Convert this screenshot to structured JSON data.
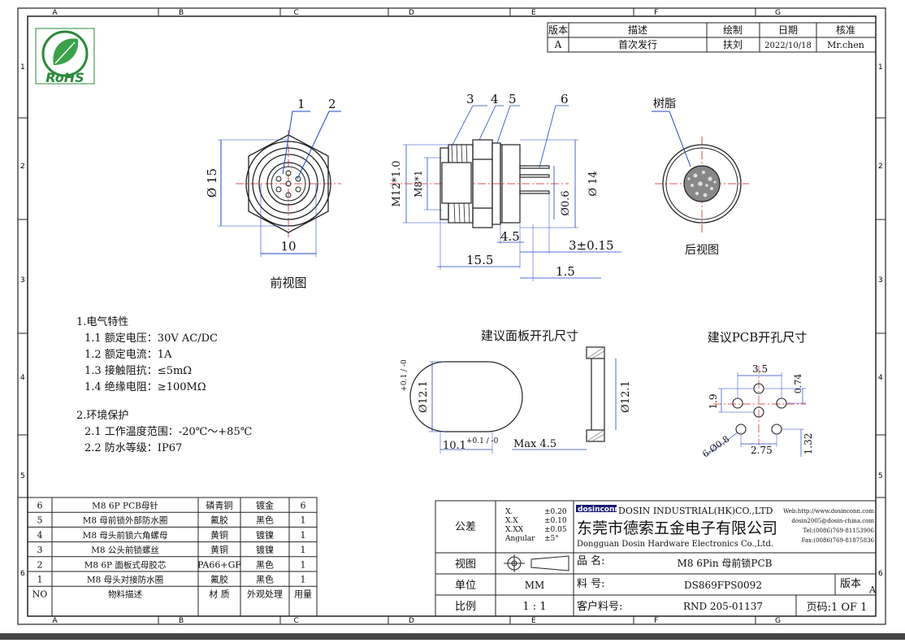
{
  "frame": {
    "cols_top": [
      "A",
      "B",
      "C",
      "D",
      "E",
      "F",
      "G"
    ],
    "cols_bottom": [
      "A",
      "B",
      "C",
      "D",
      "E",
      "F",
      "G"
    ],
    "rows": [
      "1",
      "2",
      "3",
      "4",
      "5",
      "6"
    ]
  },
  "logo": {
    "text": "RoHS"
  },
  "revision": {
    "headers": [
      "版本",
      "描述",
      "绘制",
      "日期",
      "核准"
    ],
    "row": [
      "A",
      "首次发行",
      "扶刘",
      "2022/10/18",
      "Mr.chen"
    ]
  },
  "front_view": {
    "label": "前视图",
    "callouts": [
      "1",
      "2"
    ],
    "dim_dia": "Ø 15",
    "dim_width": "10"
  },
  "side_view": {
    "callouts": [
      "3",
      "4",
      "5",
      "6"
    ],
    "dim_thread": "M12*1.0",
    "dim_m8": "M8*1",
    "dim_d14": "Ø 14",
    "dim_d06": "Ø0.6",
    "dim_45": "4.5",
    "dim_3": "3±0.15",
    "dim_155": "15.5",
    "dim_15": "1.5"
  },
  "rear_view": {
    "label": "后视图",
    "resin": "树脂"
  },
  "specs": {
    "electrical_title": "1.电气特性",
    "electrical": [
      "1.1 额定电压：30V AC/DC",
      "1.2 额定电流：1A",
      "1.3 接触阻抗：≤5mΩ",
      "1.4 绝缘电阻：≥100MΩ"
    ],
    "env_title": "2.环境保护",
    "env": [
      "2.1 工作温度范围：-20℃～+85℃",
      "2.2 防水等级：IP67"
    ]
  },
  "panel_cutout": {
    "title": "建议面板开孔尺寸",
    "dia": "Ø12.1",
    "dia_tol": "+0.1 / -0",
    "width": "10.1",
    "width_tol": "+0.1 / -0",
    "dia2": "Ø12.1",
    "max": "Max 4.5"
  },
  "pcb_cutout": {
    "title": "建议PCB开孔尺寸",
    "d35": "3.5",
    "d19": "1.9",
    "d074": "0.74",
    "holes": "6-Ø0.8",
    "d275": "2.75",
    "d132": "1.32"
  },
  "bom": {
    "headers": [
      "NO",
      "物料描述",
      "材 质",
      "外观处理",
      "用量"
    ],
    "rows": [
      [
        "6",
        "M8 6P PCB母针",
        "磷青铜",
        "镀金",
        "6"
      ],
      [
        "5",
        "M8 母前锁外部防水圈",
        "氟胶",
        "黑色",
        "1"
      ],
      [
        "4",
        "M8 母头前锁六角螺母",
        "黄铜",
        "镀镍",
        "1"
      ],
      [
        "3",
        "M8 公头前锁螺丝",
        "黄铜",
        "镀镍",
        "1"
      ],
      [
        "2",
        "M8 6P 面板式母胶芯",
        "PA66+GF",
        "黑色",
        "1"
      ],
      [
        "1",
        "M8 母头对接防水圈",
        "氟胶",
        "黑色",
        "1"
      ]
    ]
  },
  "title_block": {
    "tolerance_label": "公差",
    "tolerances": [
      [
        "X.",
        "±0.20"
      ],
      [
        "X.X",
        "±0.10"
      ],
      [
        "X.XX",
        "±0.05"
      ],
      [
        "Angular",
        "±5°"
      ]
    ],
    "company_brand": "dosinconn",
    "company_en": "DOSIN INDUSTRIAL(HK)CO.,LTD",
    "company_cn": "东莞市德索五金电子有限公司",
    "company_en2": "Dongguan Dosin Hardware Electronics Co.,Ltd.",
    "web": "Web:http://www.dosinconn.com",
    "email": "dosin2005@dosin-china.com",
    "tel": "Tel:(0086)769-81153906",
    "fax": "Fax:(0086)769-81875836",
    "view_label": "视图",
    "unit_label": "单位",
    "unit": "MM",
    "scale_label": "比例",
    "scale": "1 : 1",
    "name_label": "品 名:",
    "name": "M8 6Pin 母前锁PCB",
    "part_label": "料 号:",
    "part": "DS869FPS0092",
    "version_label": "版本",
    "version": "A",
    "cust_label": "客户料号:",
    "cust": "RND 205-01137",
    "page": "页码:1 OF 1"
  }
}
